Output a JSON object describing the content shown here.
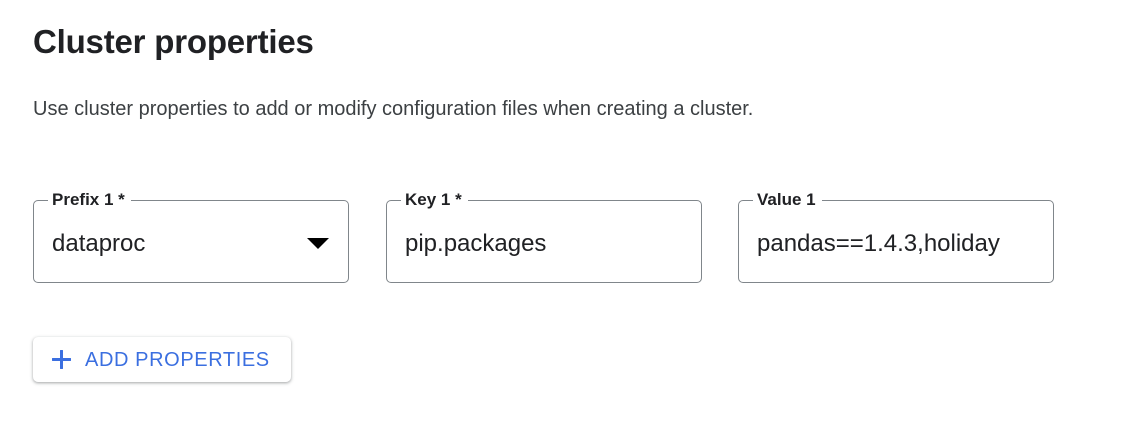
{
  "header": {
    "title": "Cluster properties",
    "subtitle": "Use cluster properties to add or modify configuration files when creating a cluster."
  },
  "colors": {
    "accent_blue": "#3b6fe0",
    "text_primary": "#202124",
    "text_secondary": "#3c4043",
    "field_border": "#80868b",
    "background": "#ffffff"
  },
  "form": {
    "fields": [
      {
        "label": "Prefix 1 *",
        "value": "dataproc",
        "type": "select",
        "required": true,
        "icon": "chevron-down-icon",
        "name": "prefix-1"
      },
      {
        "label": "Key 1 *",
        "value": "pip.packages",
        "type": "text",
        "required": true,
        "name": "key-1"
      },
      {
        "label": "Value 1",
        "value": "pandas==1.4.3,holiday",
        "type": "text",
        "required": false,
        "name": "value-1"
      }
    ]
  },
  "actions": {
    "add_properties": {
      "label": "ADD PROPERTIES",
      "icon": "plus-icon"
    }
  }
}
